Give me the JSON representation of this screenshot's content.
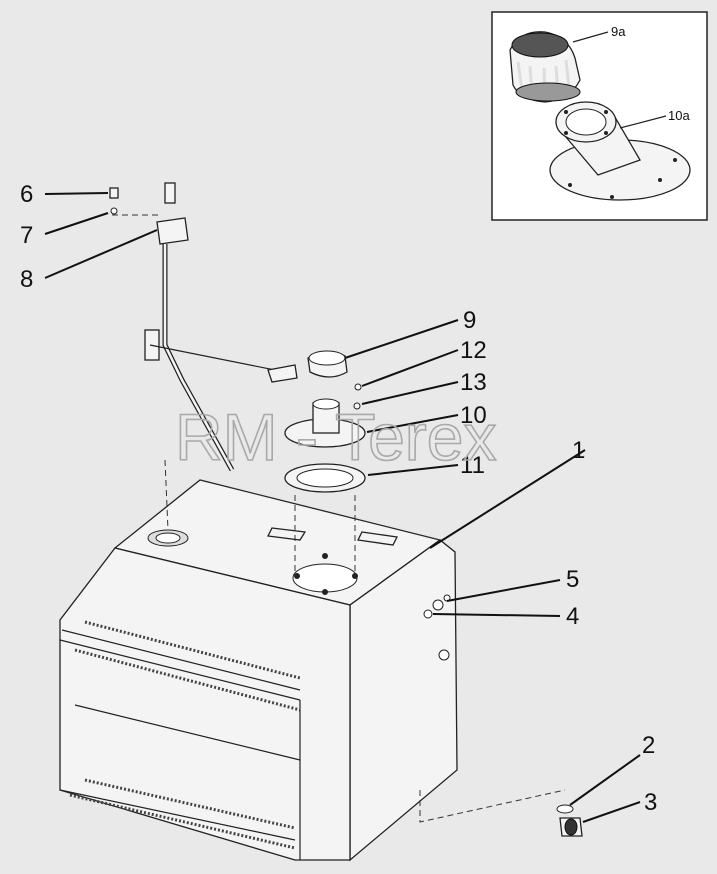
{
  "callouts": {
    "c1": "1",
    "c2": "2",
    "c3": "3",
    "c4": "4",
    "c5": "5",
    "c6": "6",
    "c7": "7",
    "c8": "8",
    "c9": "9",
    "c10": "10",
    "c11": "11",
    "c12": "12",
    "c13": "13",
    "c9a": "9a",
    "c10a": "10a"
  },
  "watermark": "RM - Terex"
}
